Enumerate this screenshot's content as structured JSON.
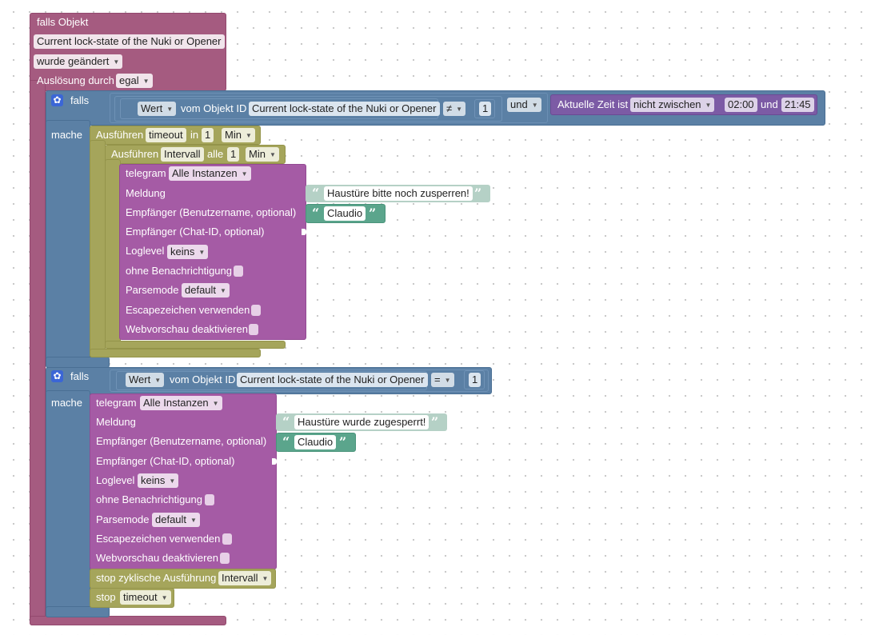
{
  "trigger": {
    "header": "falls Objekt",
    "object": "Current lock-state of the Nuki or Opener",
    "change": "wurde geändert",
    "by_label": "Auslösung durch",
    "by_value": "egal"
  },
  "if1": {
    "falls": "falls",
    "mache": "mache",
    "compare": {
      "value": "Wert",
      "from": "vom Objekt ID",
      "object": "Current lock-state of the Nuki or Opener",
      "op": "≠",
      "num": "1"
    },
    "und": "und",
    "time": {
      "label": "Aktuelle Zeit ist",
      "mode": "nicht zwischen",
      "from": "02:00",
      "und": "und",
      "to": "21:45"
    },
    "timeout": {
      "label": "Ausführen",
      "name": "timeout",
      "in": "in",
      "num": "1",
      "unit": "Min"
    },
    "interval": {
      "label": "Ausführen",
      "name": "Intervall",
      "alle": "alle",
      "num": "1",
      "unit": "Min"
    },
    "telegram": {
      "label": "telegram",
      "instance": "Alle Instanzen",
      "meldung": "Meldung",
      "meldung_text": "Haustüre bitte noch zusperren!",
      "empf_user": "Empfänger (Benutzername, optional)",
      "user_text": "Claudio",
      "empf_chat": "Empfänger (Chat-ID, optional)",
      "loglevel": "Loglevel",
      "loglevel_value": "keins",
      "ohne": "ohne Benachrichtigung",
      "parsemode": "Parsemode",
      "parsemode_value": "default",
      "escape": "Escapezeichen verwenden",
      "webvorschau": "Webvorschau deaktivieren"
    }
  },
  "if2": {
    "falls": "falls",
    "mache": "mache",
    "compare": {
      "value": "Wert",
      "from": "vom Objekt ID",
      "object": "Current lock-state of the Nuki or Opener",
      "op": "=",
      "num": "1"
    },
    "telegram": {
      "label": "telegram",
      "instance": "Alle Instanzen",
      "meldung": "Meldung",
      "meldung_text": "Haustüre wurde zugesperrt!",
      "empf_user": "Empfänger (Benutzername, optional)",
      "user_text": "Claudio",
      "empf_chat": "Empfänger (Chat-ID, optional)",
      "loglevel": "Loglevel",
      "loglevel_value": "keins",
      "ohne": "ohne Benachrichtigung",
      "parsemode": "Parsemode",
      "parsemode_value": "default",
      "escape": "Escapezeichen verwenden",
      "webvorschau": "Webvorschau deaktivieren"
    },
    "stop_interval": {
      "label": "stop zyklische Ausführung",
      "value": "Intervall"
    },
    "stop_timeout": {
      "label": "stop",
      "value": "timeout"
    }
  },
  "icons": {
    "gear": "gear-icon",
    "dropdown": "chevron-down-icon",
    "quote_open": "quote-open-icon",
    "quote_close": "quote-close-icon"
  },
  "colors": {
    "trigger": "#a55b80",
    "logic": "#5b80a5",
    "timer": "#a5a55b",
    "telegram": "#a55ba5",
    "text_light": "#b5d1c6",
    "text": "#5ba58c"
  }
}
